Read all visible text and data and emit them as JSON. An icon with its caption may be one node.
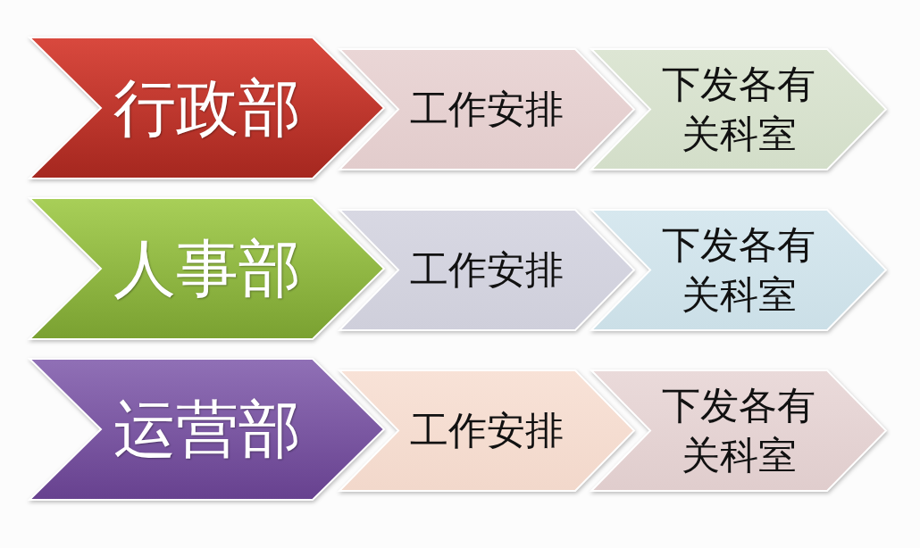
{
  "diagram": {
    "nodes": [
      {
        "text": [
          "行政部"
        ]
      },
      {
        "text": [
          "工作安排"
        ]
      },
      {
        "text": [
          "下发各有关科室"
        ]
      },
      {
        "text": [
          "人事部"
        ]
      },
      {
        "text": [
          "工作安排"
        ]
      },
      {
        "text": [
          "下发各有关科室"
        ]
      },
      {
        "text": [
          "运营部"
        ]
      },
      {
        "text": [
          "工作安排"
        ]
      },
      {
        "text": [
          "下发各有关科室"
        ]
      }
    ]
  }
}
